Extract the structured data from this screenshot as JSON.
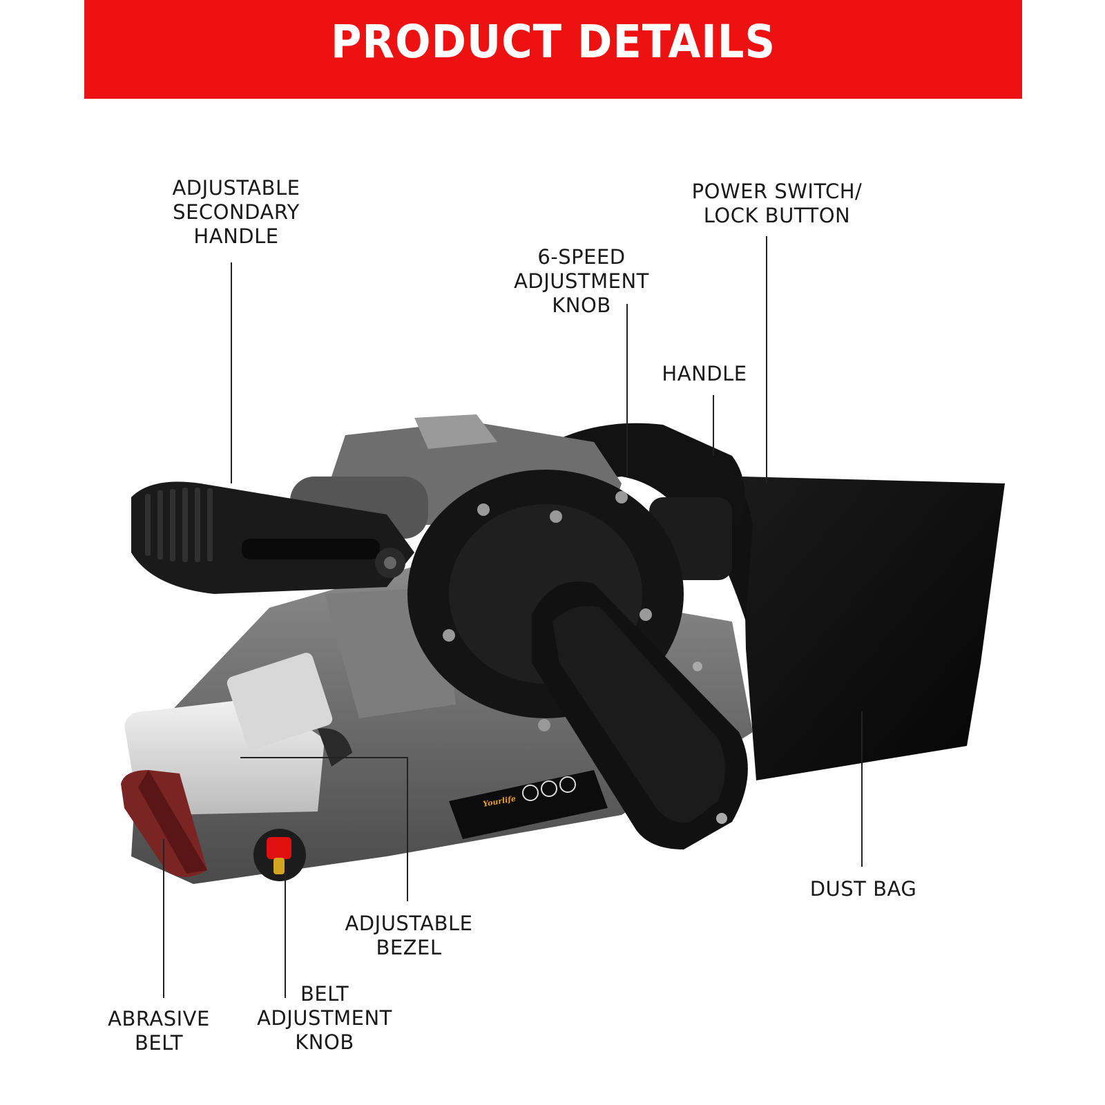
{
  "header": {
    "title": "PRODUCT DETAILS"
  },
  "callouts": {
    "secondary_handle": [
      "ADJUSTABLE",
      "SECONDARY",
      "HANDLE"
    ],
    "speed_knob": [
      "6-SPEED",
      "ADJUSTMENT",
      "KNOB"
    ],
    "power_switch": [
      "POWER SWITCH/",
      "LOCK BUTTON"
    ],
    "handle": [
      "HANDLE"
    ],
    "dust_bag": [
      "DUST BAG"
    ],
    "bezel": [
      "ADJUSTABLE",
      "BEZEL"
    ],
    "abrasive_belt": [
      "ABRASIVE",
      "BELT"
    ],
    "belt_knob": [
      "BELT",
      "ADJUSTMENT",
      "KNOB"
    ]
  },
  "product_branding": {
    "brand": "Yourlife"
  },
  "colors": {
    "banner": "#ee1111",
    "banner_text": "#ffffff",
    "label_text": "#1a1a1a",
    "leader_line": "#222222"
  }
}
